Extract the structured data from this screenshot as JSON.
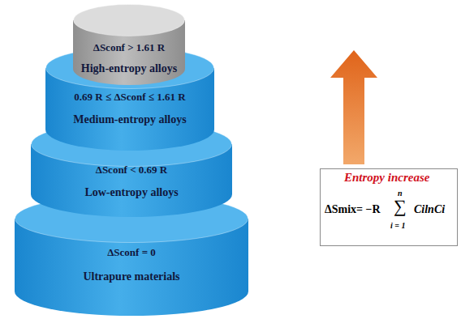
{
  "diagram": {
    "nodes": [
      {
        "text": [
          "ΔSconf > 1.61 R",
          "High-entropy alloys"
        ]
      },
      {
        "text": [
          "0.69 R ≤ ΔSconf ≤ 1.61 R",
          "Medium-entropy alloys"
        ]
      },
      {
        "text": [
          "ΔSconf < 0.69 R",
          "Low-entropy alloys"
        ]
      },
      {
        "text": [
          "ΔSconf = 0",
          "Ultrapure materials"
        ]
      },
      {
        "text": [
          "Entropy increase",
          "ΔSmix= −R",
          "n",
          "∑",
          "i = 1",
          "CilnCi"
        ]
      }
    ]
  }
}
